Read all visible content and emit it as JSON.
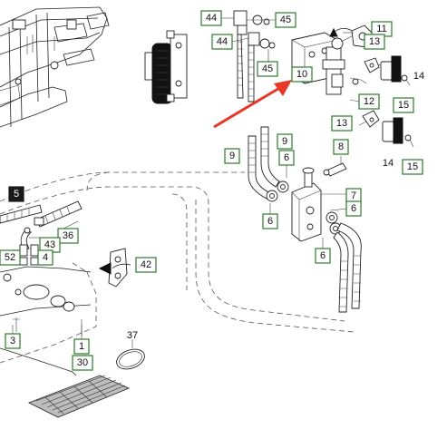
{
  "callouts": [
    {
      "id": "c44a",
      "label": "44"
    },
    {
      "id": "c45a",
      "label": "45"
    },
    {
      "id": "c44b",
      "label": "44"
    },
    {
      "id": "c45b",
      "label": "45"
    },
    {
      "id": "c11",
      "label": "11"
    },
    {
      "id": "c13a",
      "label": "13"
    },
    {
      "id": "c10",
      "label": "10"
    },
    {
      "id": "c12",
      "label": "12"
    },
    {
      "id": "c15a",
      "label": "15"
    },
    {
      "id": "c13b",
      "label": "13"
    },
    {
      "id": "c9a",
      "label": "9"
    },
    {
      "id": "c9b",
      "label": "9"
    },
    {
      "id": "c6a",
      "label": "6"
    },
    {
      "id": "c8",
      "label": "8"
    },
    {
      "id": "c15b",
      "label": "15"
    },
    {
      "id": "c7",
      "label": "7"
    },
    {
      "id": "c6b",
      "label": "6"
    },
    {
      "id": "c6c",
      "label": "6"
    },
    {
      "id": "c6d",
      "label": "6"
    },
    {
      "id": "c5",
      "label": "5"
    },
    {
      "id": "c36",
      "label": "36"
    },
    {
      "id": "c43",
      "label": "43"
    },
    {
      "id": "c52",
      "label": "52"
    },
    {
      "id": "c4",
      "label": "4"
    },
    {
      "id": "c42",
      "label": "42"
    },
    {
      "id": "c3",
      "label": "3"
    },
    {
      "id": "c1",
      "label": "1"
    },
    {
      "id": "c30",
      "label": "30"
    }
  ],
  "plain_labels": [
    {
      "id": "p14a",
      "label": "14"
    },
    {
      "id": "p14b",
      "label": "14"
    },
    {
      "id": "p37",
      "label": "37"
    }
  ],
  "colors": {
    "callout_border": "#2c7a2c",
    "arrow": "#e8382a",
    "highlight_fill": "#1a1a1a"
  },
  "highlighted_callout": "5"
}
